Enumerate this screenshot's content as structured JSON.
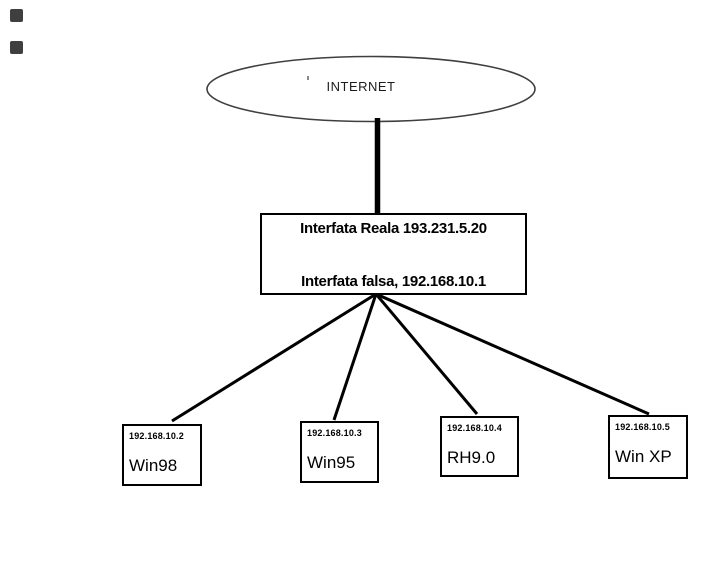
{
  "diagram": {
    "internet_label": "INTERNET",
    "router": {
      "line1": "Interfata Reala 193.231.5.20",
      "line2": "Interfata falsa, 192.168.10.1"
    },
    "hosts": [
      {
        "ip": "192.168.10.2",
        "os": "Win98"
      },
      {
        "ip": "192.168.10.3",
        "os": "Win95"
      },
      {
        "ip": "192.168.10.4",
        "os": "RH9.0"
      },
      {
        "ip": "192.168.10.5",
        "os": "Win XP"
      }
    ],
    "colors": {
      "background": "#ffffff",
      "line": "#000000",
      "ellipse_stroke": "#3f3f3f",
      "text": "#000000"
    }
  }
}
